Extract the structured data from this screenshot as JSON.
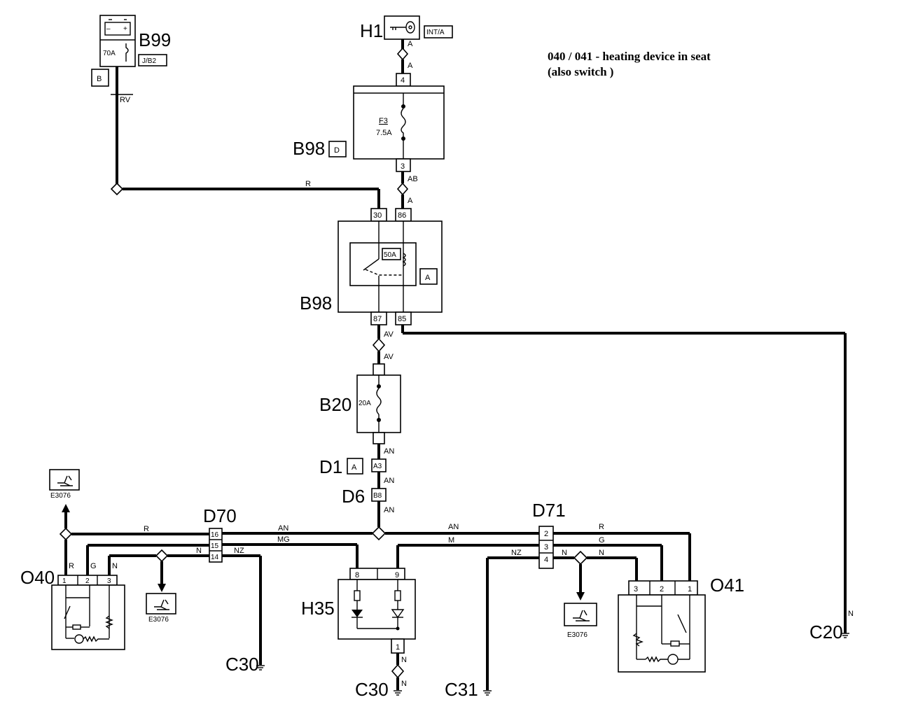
{
  "title": {
    "line1": "040 / 041 - heating device in seat",
    "line2": "(also switch )"
  },
  "components": {
    "b99": {
      "name": "B99",
      "rating": "70A",
      "tag1": "J/B2",
      "tag2": "B"
    },
    "h1": {
      "name": "H1",
      "tag": "INT/A"
    },
    "b98_fuse": {
      "name": "B98",
      "tag": "D",
      "fuse": "F3",
      "rating": "7.5A",
      "pin_top": "4",
      "pin_bottom": "3"
    },
    "b98_relay": {
      "name": "B98",
      "tag": "A",
      "rating": "50A",
      "pins": [
        "30",
        "86",
        "87",
        "85"
      ]
    },
    "b20": {
      "name": "B20",
      "rating": "20A"
    },
    "d1": {
      "name": "D1",
      "tag": "A",
      "pin": "A3"
    },
    "d6": {
      "name": "D6",
      "pin": "B8"
    },
    "d70": {
      "name": "D70",
      "pins": [
        "16",
        "15",
        "14"
      ]
    },
    "d71": {
      "name": "D71",
      "pins": [
        "2",
        "3",
        "4"
      ]
    },
    "o40": {
      "name": "O40",
      "pins": [
        "1",
        "2",
        "3"
      ]
    },
    "o41": {
      "name": "O41",
      "pins": [
        "3",
        "2",
        "1"
      ]
    },
    "h35": {
      "name": "H35",
      "pins_top": [
        "8",
        "9"
      ],
      "pin_bottom": "1"
    },
    "e3076": {
      "label": "E3076"
    },
    "grounds": {
      "c30_left": "C30",
      "c30_mid": "C30",
      "c31": "C31",
      "c20": "C20"
    }
  },
  "wires": {
    "a": "A",
    "ab": "AB",
    "rv": "RV",
    "r": "R",
    "av": "AV",
    "an": "AN",
    "mg": "MG",
    "m": "M",
    "nz": "NZ",
    "n": "N",
    "g": "G"
  }
}
